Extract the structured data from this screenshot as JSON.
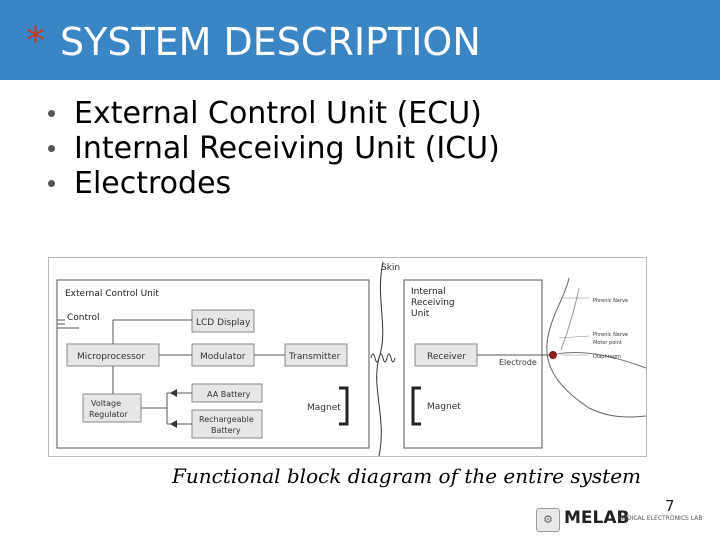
{
  "header": {
    "title": "SYSTEM DESCRIPTION",
    "bullet_icon": "asterisk-icon",
    "accent": "#3a85c3"
  },
  "bullets": [
    "External Control Unit (ECU)",
    "Internal Receiving Unit (ICU)",
    "Electrodes"
  ],
  "diagram": {
    "ecu_title": "External Control Unit",
    "control": "Control",
    "lcd": "LCD Display",
    "micro": "Microprocessor",
    "modulator": "Modulator",
    "transmitter": "Transmitter",
    "voltage": [
      "Voltage",
      "Regulator"
    ],
    "aa": "AA Battery",
    "rechargeable": [
      "Rechargeable",
      "Battery"
    ],
    "magnet_left": "Magnet",
    "skin": "Skin",
    "icu_title": [
      "Internal",
      "Receiving",
      "Unit"
    ],
    "receiver": "Receiver",
    "electrode": "Electrode",
    "magnet_right": "Magnet",
    "phrenic": "Phrenic Nerve",
    "motor": [
      "Phrenic Nerve",
      "Motor point"
    ],
    "diaphragm": "Diaphragm"
  },
  "caption": "Functional block diagram of the entire system",
  "page_number": "7",
  "logo": {
    "name": "MELAB",
    "tagline": "MEDICAL ELECTRONICS LAB"
  }
}
